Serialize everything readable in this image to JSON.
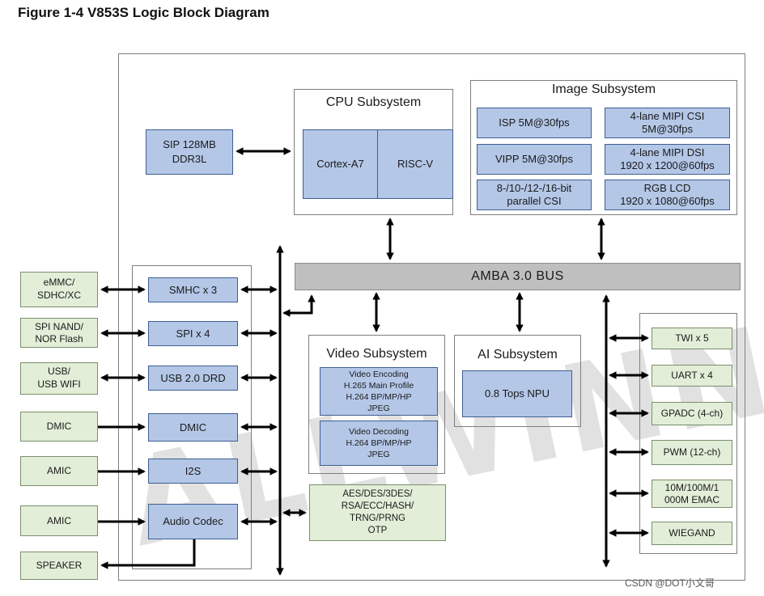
{
  "figure_title": "Figure 1-4 V853S Logic Block Diagram",
  "cpu": {
    "title": "CPU Subsystem",
    "core1": "Cortex-A7",
    "core2": "RISC-V"
  },
  "memory": {
    "line1": "SIP 128MB",
    "line2": "DDR3L"
  },
  "image": {
    "title": "Image Subsystem",
    "isp": "ISP 5M@30fps",
    "vipp": "VIPP 5M@30fps",
    "csi_l1": "8-/10-/12-/16-bit",
    "csi_l2": "parallel CSI",
    "mipi_csi_l1": "4-lane MIPI CSI",
    "mipi_csi_l2": "5M@30fps",
    "mipi_dsi_l1": "4-lane MIPI DSI",
    "mipi_dsi_l2": "1920 x 1200@60fps",
    "rgb_l1": "RGB LCD",
    "rgb_l2": "1920 x 1080@60fps"
  },
  "bus": {
    "label": "AMBA 3.0 BUS"
  },
  "video": {
    "title": "Video Subsystem",
    "enc": [
      "Video Encoding",
      "H.265 Main Profile",
      "H.264 BP/MP/HP",
      "JPEG"
    ],
    "dec": [
      "Video Decoding",
      "H.264 BP/MP/HP",
      "JPEG"
    ]
  },
  "ai": {
    "title": "AI Subsystem",
    "npu": "0.8 Tops NPU"
  },
  "security": [
    "AES/DES/3DES/",
    "RSA/ECC/HASH/",
    "TRNG/PRNG",
    "OTP"
  ],
  "left_ifaces": [
    "SMHC x 3",
    "SPI x 4",
    "USB 2.0 DRD",
    "DMIC",
    "I2S",
    "Audio Codec"
  ],
  "ext_left": {
    "emmc": [
      "eMMC/",
      "SDHC/XC"
    ],
    "spi": [
      "SPI NAND/",
      "NOR Flash"
    ],
    "usb": [
      "USB/",
      "USB WIFI"
    ],
    "dmic": "DMIC",
    "amic1": "AMIC",
    "amic2": "AMIC",
    "speaker": "SPEAKER"
  },
  "right_ifaces": {
    "twi": "TWI x 5",
    "uart": "UART x 4",
    "gpadc": "GPADC (4-ch)",
    "pwm": "PWM (12-ch)",
    "emac_l1": "10M/100M/1",
    "emac_l2": "000M EMAC",
    "wiegand": "WIEGAND"
  },
  "watermark": "ALLWINNER",
  "credit": "CSDN @DOT小文哥",
  "colors": {
    "block_fill": "#b4c7e7",
    "ext_fill": "#e2eed8",
    "bus_fill": "#bfbfbf",
    "arrow": "#000000"
  }
}
